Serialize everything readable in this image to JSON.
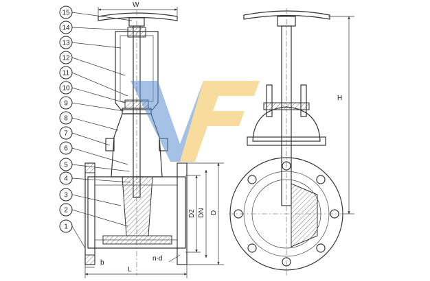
{
  "callouts": [
    "15",
    "14",
    "13",
    "12",
    "11",
    "10",
    "9",
    "8",
    "7",
    "6",
    "5",
    "4",
    "3",
    "2",
    "1"
  ],
  "dimensions": {
    "W": "W",
    "H": "H",
    "L": "L",
    "b": "b",
    "n_d": "n-d",
    "D2": "D2",
    "DN": "DN",
    "D": "D"
  },
  "watermark": {
    "colors": [
      "#5b8fd1",
      "#f2c050"
    ]
  }
}
